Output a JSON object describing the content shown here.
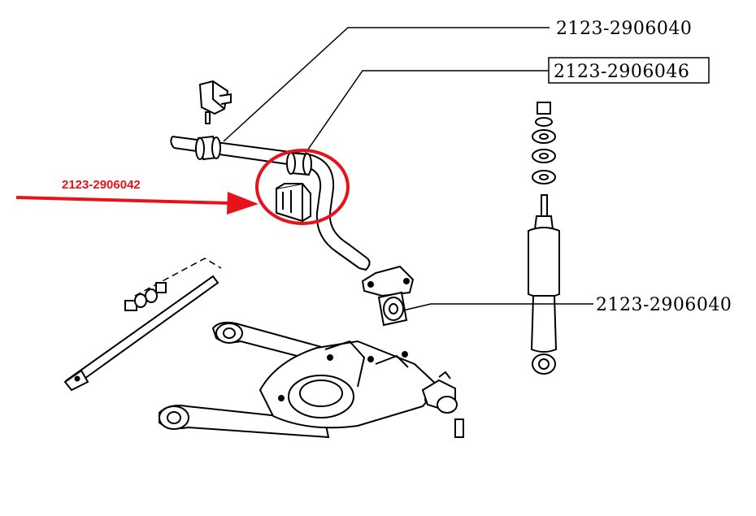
{
  "labels": {
    "part_top": "2123-2906040",
    "part_boxed": "2123-2906046",
    "part_right": "2123-2906040",
    "part_highlight": "2123-2906042"
  },
  "colors": {
    "highlight": "#e8121b",
    "ink": "#000000",
    "background": "#ffffff"
  },
  "icons": {
    "highlight_arrow": "arrow-right-icon",
    "highlight_ring": "circle-outline"
  }
}
